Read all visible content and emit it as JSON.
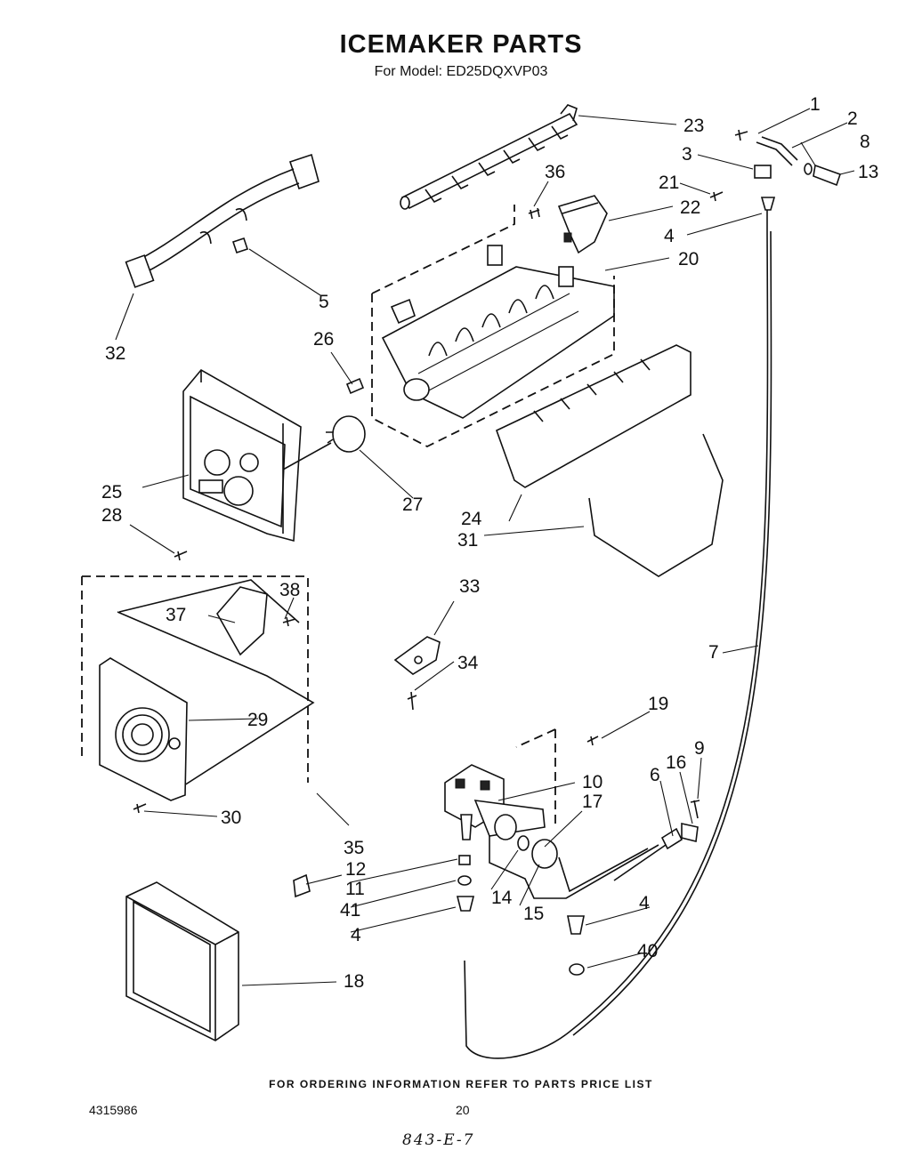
{
  "header": {
    "title": "ICEMAKER PARTS",
    "model": "For Model: ED25DQXVP03"
  },
  "callouts": {
    "p1": "1",
    "p2": "2",
    "p3": "3",
    "p8": "8",
    "p13": "13",
    "p21": "21",
    "p4a": "4",
    "p23": "23",
    "p36": "36",
    "p22": "22",
    "p20": "20",
    "p5": "5",
    "p32": "32",
    "p26": "26",
    "p27": "27",
    "p25": "25",
    "p28": "28",
    "p24": "24",
    "p31": "31",
    "p33": "33",
    "p34": "34",
    "p37": "37",
    "p38": "38",
    "p29": "29",
    "p30": "30",
    "p35": "35",
    "p7": "7",
    "p19": "19",
    "p10": "10",
    "p17": "17",
    "p9": "9",
    "p16": "16",
    "p6": "6",
    "p12": "12",
    "p11": "11",
    "p41": "41",
    "p14": "14",
    "p15": "15",
    "p4b": "4",
    "p4c": "4",
    "p40": "40",
    "p18": "18"
  },
  "footer": {
    "ordering_note": "FOR ORDERING INFORMATION REFER TO PARTS PRICE LIST",
    "doc_number": "4315986",
    "page_number": "20",
    "handwritten_note": "843-E-7"
  }
}
